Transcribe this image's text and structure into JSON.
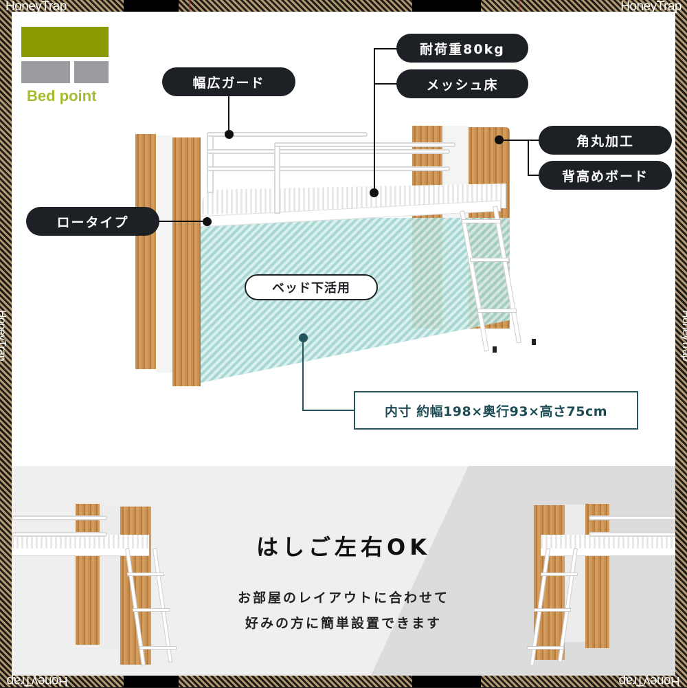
{
  "watermark": {
    "text": "HoneyTrap"
  },
  "logo": {
    "label": "Bed point",
    "colors": {
      "green": "#8a9a00",
      "gray": "#9a9ca0",
      "text": "#a6bb2e"
    }
  },
  "callouts": {
    "wide_guard": "幅広ガード",
    "load_capacity": "耐荷重80kg",
    "mesh_floor": "メッシュ床",
    "rounded_corners": "角丸加工",
    "tall_board": "背高めボード",
    "low_type": "ロータイプ",
    "under_bed_use": "ベッド下活用"
  },
  "dimensions": {
    "label": "内寸 約幅198×奥行93×高さ75cm"
  },
  "ladder_section": {
    "title": "はしご左右OK",
    "line1": "お部屋のレイアウトに合わせて",
    "line2": "好みの方に簡単設置できます"
  },
  "colors": {
    "pill_bg": "#1d2024",
    "teal_accent": "#24545c",
    "under_bed_fill": "#9fd3cf"
  }
}
